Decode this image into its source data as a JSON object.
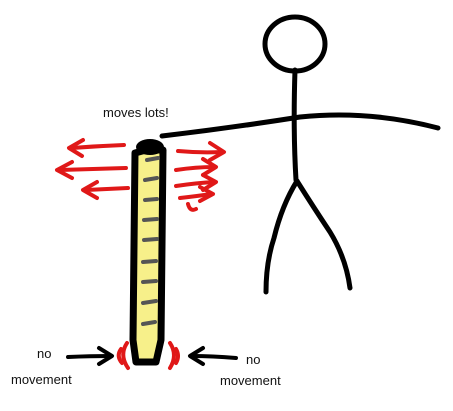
{
  "labels": {
    "top": "moves lots!",
    "bottom_left": [
      "no",
      "movement"
    ],
    "bottom_right": [
      "no",
      "movement"
    ]
  },
  "colors": {
    "stroke": "#000000",
    "pole_fill": "#f7f08a",
    "pole_marks": "#555555",
    "motion_arrows": "#e01818",
    "label_text": "#111111"
  },
  "icons": {
    "figure": "stick-figure-icon",
    "pole": "flexible-pole-icon",
    "motion": "red-motion-arrow-icon",
    "hold": "black-pointing-arrow-icon"
  }
}
